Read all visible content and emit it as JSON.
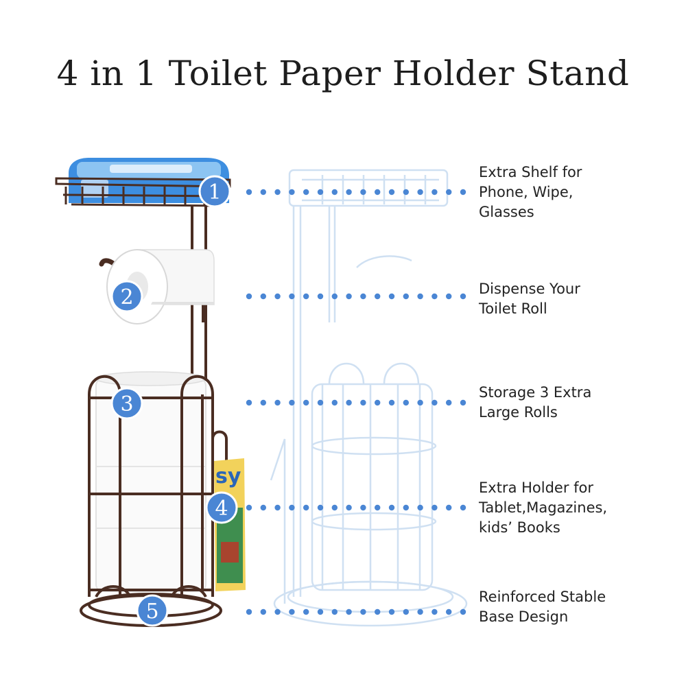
{
  "title": "4 in 1 Toilet Paper Holder Stand",
  "colors": {
    "accent": "#4a86d4",
    "bronze": "#4a2d22",
    "outline": "#cfe0f2"
  },
  "book": {
    "cover_text": "sy"
  },
  "features": [
    {
      "number": "1",
      "text": "Extra Shelf for\nPhone, Wipe,\nGlasses"
    },
    {
      "number": "2",
      "text": "Dispense Your\nToilet Roll"
    },
    {
      "number": "3",
      "text": "Storage 3 Extra\nLarge Rolls"
    },
    {
      "number": "4",
      "text": "Extra Holder for\nTablet,Magazines,\nkids’ Books"
    },
    {
      "number": "5",
      "text": "Reinforced Stable\nBase Design"
    }
  ]
}
